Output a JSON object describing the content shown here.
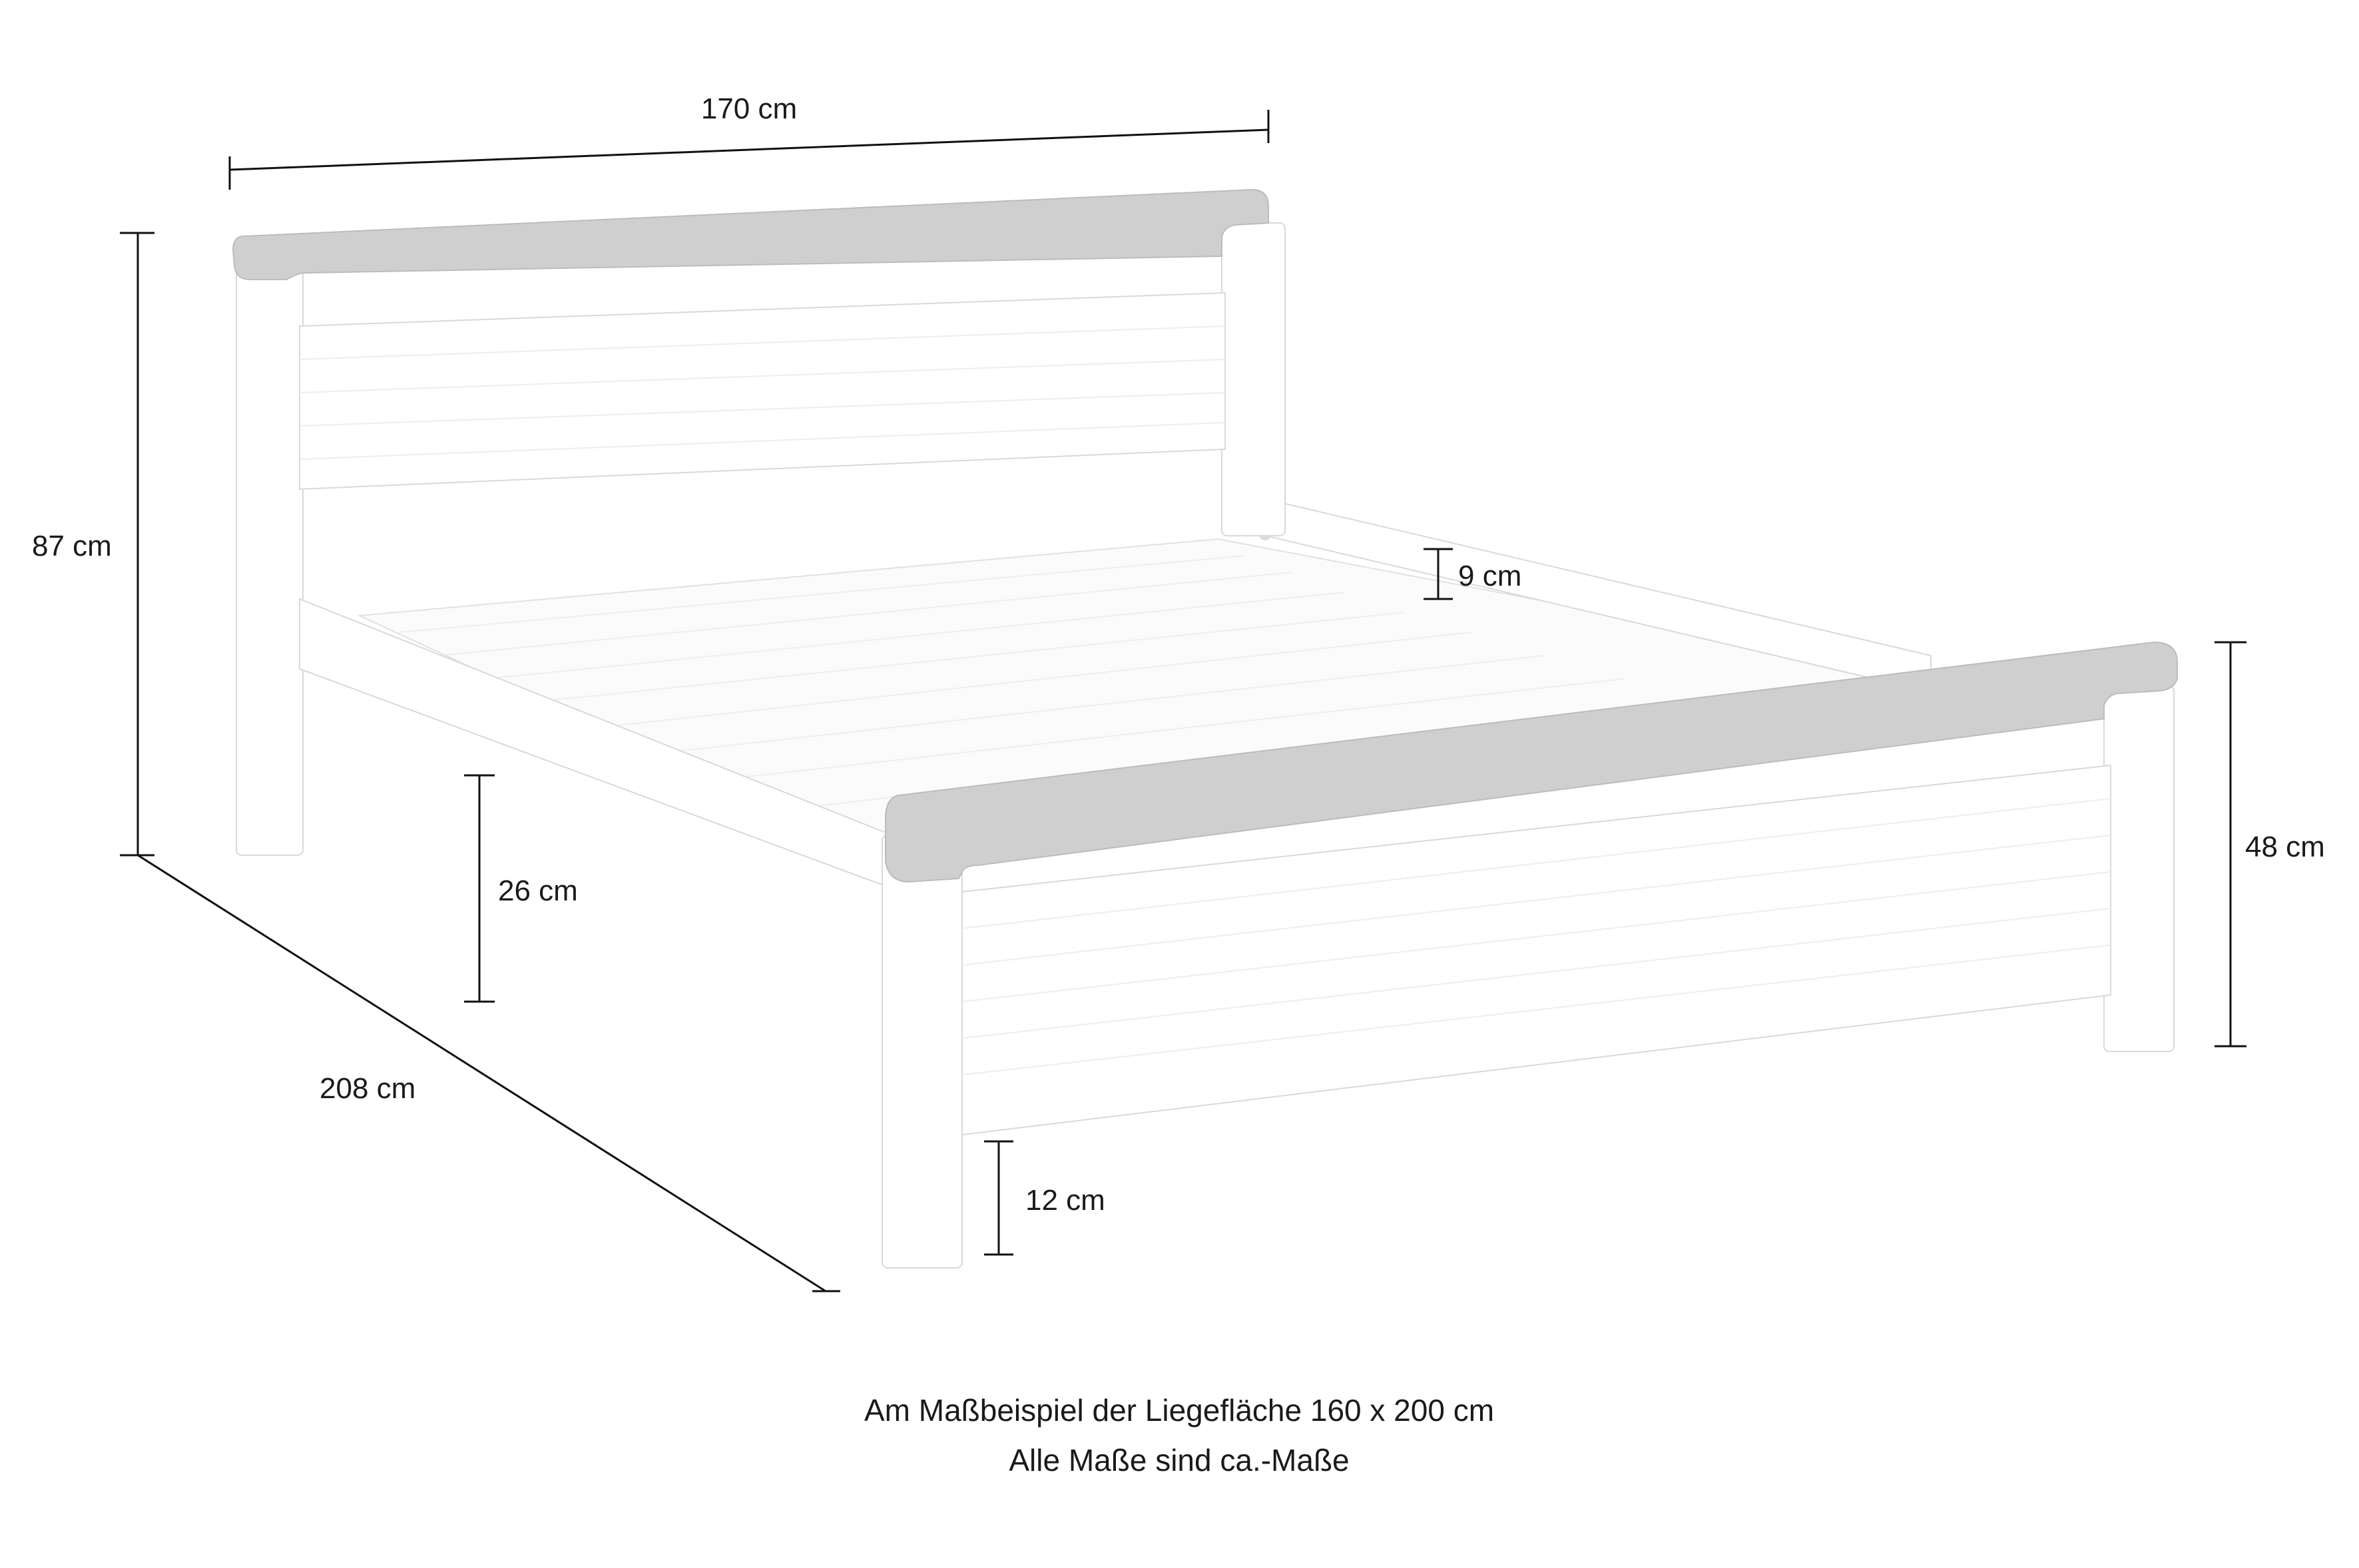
{
  "dimensions": {
    "width_label": "170 cm",
    "height_label": "87 cm",
    "depth_label": "208 cm",
    "side_rail_clearance_label": "26 cm",
    "frame_height_label": "9 cm",
    "footboard_height_label": "48 cm",
    "foot_clearance_label": "12 cm"
  },
  "caption": {
    "line1": "Am Maßbeispiel der Liegefläche 160 x 200 cm",
    "line2": "Alle Maße sind ca.-Maße"
  },
  "colors": {
    "dimension_line": "#111111",
    "wood_white": "#ffffff",
    "wood_grey_cap": "#cfcfcf",
    "background": "#ffffff"
  }
}
